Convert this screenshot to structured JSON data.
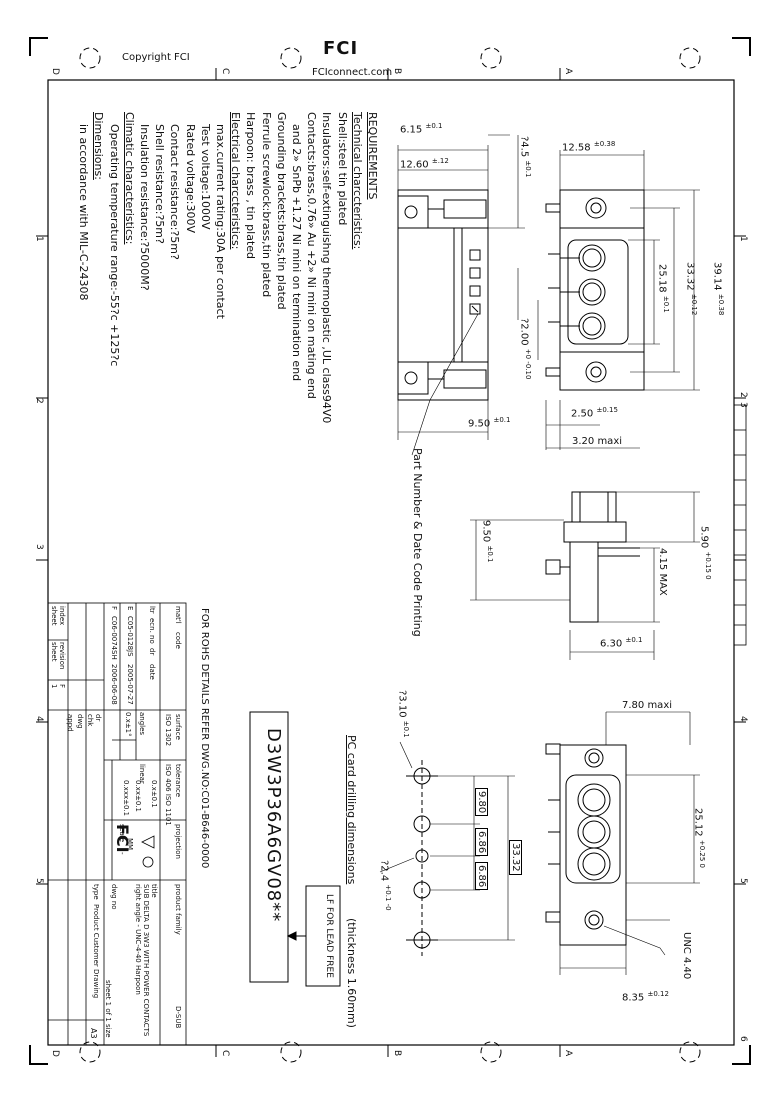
{
  "header": {
    "copyright": "Copyright  FCI",
    "logo": "FCI",
    "website": "FCIconnect.com"
  },
  "zones": {
    "top": [
      "D",
      "C",
      "B",
      "A"
    ],
    "side": [
      "1",
      "2",
      "3",
      "4",
      "5"
    ],
    "right_extra": [
      "3",
      "6"
    ]
  },
  "requirements": {
    "title": "REQUIREMENTS",
    "lines": [
      "Technical charccteristics:",
      "Shell:steel tin plated",
      "Insulators:self-extinguishng thermoplastic ,UL class94V0",
      "Contacts:brass,0.76» Au +2» Ni mini on mating end",
      "and 2» SnPb +1.27 Ni mini on termination end",
      "Grounding brackets:brass,tin plated",
      "Ferrule screwlock:brass,tin plated",
      "Harpoon: brass , tin plated",
      "Electrical charccteristics:",
      "max.current rating:30A  per contact",
      "Test voltage:1000V",
      "Rated voltage:300V",
      "Contact resistance:?5m?",
      "Shell resistance:?5m?",
      "Insulation resistance:?5000M?",
      "Climatic characteristics:",
      "Operating temperature range:-55?c +125?c",
      "Dimensions:",
      "in accordance with MIL-C-24308"
    ]
  },
  "dims": {
    "d615": "6.15",
    "d615t": "±0.1",
    "d1260": "12.60",
    "d1260t": "±.12",
    "d45": "?4.5",
    "d45t": "±0.1",
    "d1258": "12.58",
    "d1258t": "±0.38",
    "d3914": "39.14",
    "d3914t": "±0.38",
    "d3332": "33.32",
    "d3332t": "±0.12",
    "d2518": "25.18",
    "d2518t": "±0.1",
    "d200": "?2.00",
    "d200t": "+0 -0.10",
    "d250": "2.50",
    "d250t": "±0.15",
    "d950": "9.50",
    "d950t": "±0.1",
    "d320": "3.20  maxi",
    "d950b": "9.50",
    "d950bt": "±0.1",
    "d590": "5.90",
    "d590t": "+0.15 0",
    "d415": "4.15",
    "d415t": "MAX",
    "d630": "6.30",
    "d630t": "±0.1",
    "d780": "7.80  maxi",
    "d2512": "25.12",
    "d2512t": "+0.25 0",
    "d835": "8.35",
    "d835t": "±0.12",
    "unc": "UNC 4.40",
    "d310": "?3.10",
    "d310t": "±0.1",
    "d24": "?2.4",
    "d24t": "+0.1 -0",
    "d980": "9.80",
    "d686a": "6.86",
    "d686b": "6.86",
    "d3332b": "33.32"
  },
  "notes": {
    "part_number": "Part Number  &  Date Code Printing",
    "pc_card": "PC card drilling dimensions",
    "thickness": "(thickness 1.60mm)",
    "lead_free": "LF FOR LEAD FREE",
    "marking": "D3W3P36A6GV08**",
    "rohs": "FOR ROHS DETAILS REFER DWG.NO:C01-B646-0000"
  },
  "title_block": {
    "matl": "mat'l",
    "code": "code",
    "surface": "surface",
    "tolerance": "tolerance",
    "projection": "projection",
    "product_family": "product family",
    "family_value": "D-SUB",
    "title_label": "title",
    "title_line1": "SUB DELTA D 3W3 WITH POWER CONTACTS",
    "title_line2": "right angle - UNC-4-40 Harpoon",
    "dwg_no": "dwg no",
    "sheet": "sheet  1  of  1",
    "size_label": "size",
    "size_value": "A3",
    "type_label": "type",
    "type_value": "Product Customer Drawing",
    "iso1302": "ISO 1302",
    "iso406": "ISO 406 ISO 1101",
    "angles": "angles",
    "linear": "linear",
    "tol_a": "0.x±1°",
    "tol_b": "0.x±0.1",
    "tol_c": "0.xx±0.1",
    "tol_d": "0.xxx±0.1",
    "unit": "MM",
    "scale": "scale",
    "scale_value": "-",
    "rev_label": "revision",
    "rev_value": "F",
    "index_label": "index",
    "sheet_label": "sheet",
    "sheet_value": "1",
    "ltr": "ltr",
    "ecn": "ecn. no",
    "dr": "dr",
    "date": "date",
    "row_e": "E",
    "row_e_ecn": "C05-0128",
    "row_e_dr": "JS",
    "row_e_date": "2005-07-27",
    "row_f": "F",
    "row_f_ecn": "C06-0074",
    "row_f_dr": "SH",
    "row_f_date": "2006-06-08",
    "dr_lbl": "dr",
    "chk_lbl": "chk",
    "dwg_lbl": "dwg",
    "appd_lbl": "appd"
  }
}
